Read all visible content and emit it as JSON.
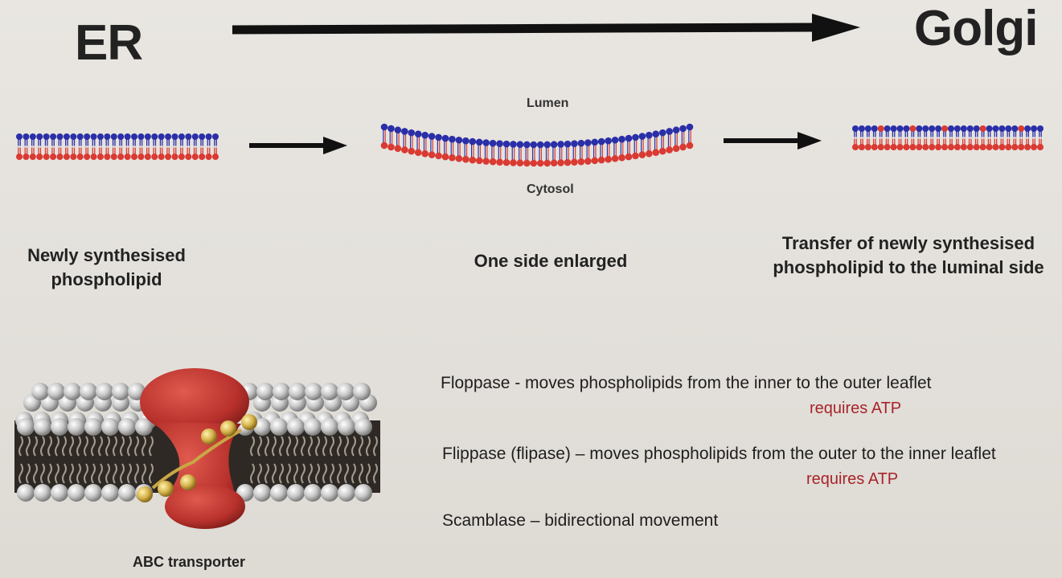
{
  "colors": {
    "head_blue": "#2a2fa8",
    "head_red": "#d93a32",
    "protein": "#b8312c",
    "tail": "#3a332e",
    "atp_red": "#a8242a"
  },
  "header": {
    "left_label": "ER",
    "right_label": "Golgi"
  },
  "diagram": {
    "stage1_caption": "Newly synthesised\nphospholipid",
    "stage2_top": "Lumen",
    "stage2_bottom": "Cytosol",
    "stage2_caption": "One side enlarged",
    "stage3_caption": "Transfer of newly synthesised\nphospholipid to the luminal side"
  },
  "transporter": {
    "caption": "ABC transporter"
  },
  "enzymes": [
    {
      "line": "Floppase - moves phospholipids from the inner to the outer leaflet",
      "note": "requires ATP"
    },
    {
      "line": "Flippase (flipase) – moves phospholipids from the outer to the inner leaflet",
      "note": "requires ATP"
    },
    {
      "line": "Scamblase – bidirectional movement",
      "note": ""
    }
  ]
}
